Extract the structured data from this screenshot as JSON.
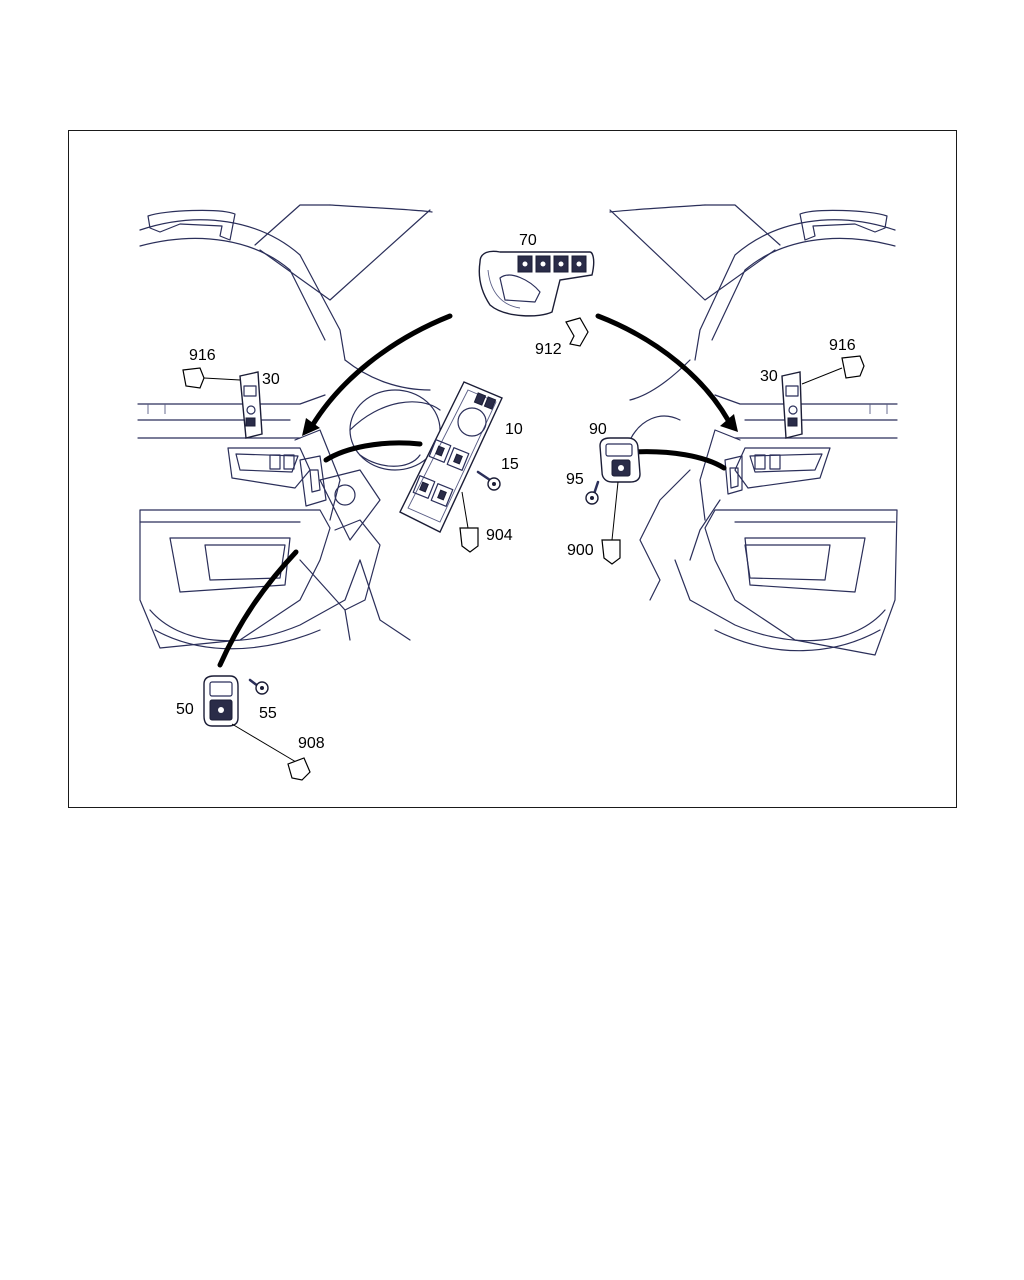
{
  "callouts": [
    {
      "id": "c70",
      "text": "70"
    },
    {
      "id": "c912",
      "text": "912"
    },
    {
      "id": "c916l",
      "text": "916"
    },
    {
      "id": "c30l",
      "text": "30"
    },
    {
      "id": "c10",
      "text": "10"
    },
    {
      "id": "c15",
      "text": "15"
    },
    {
      "id": "c904",
      "text": "904"
    },
    {
      "id": "c90",
      "text": "90"
    },
    {
      "id": "c95",
      "text": "95"
    },
    {
      "id": "c900",
      "text": "900"
    },
    {
      "id": "c916r",
      "text": "916"
    },
    {
      "id": "c30r",
      "text": "30"
    },
    {
      "id": "c50",
      "text": "50"
    },
    {
      "id": "c55",
      "text": "55"
    },
    {
      "id": "c908",
      "text": "908"
    }
  ],
  "colors": {
    "line": "#2b2f5a",
    "arrow": "#000000",
    "frame": "#1a1a1a"
  }
}
